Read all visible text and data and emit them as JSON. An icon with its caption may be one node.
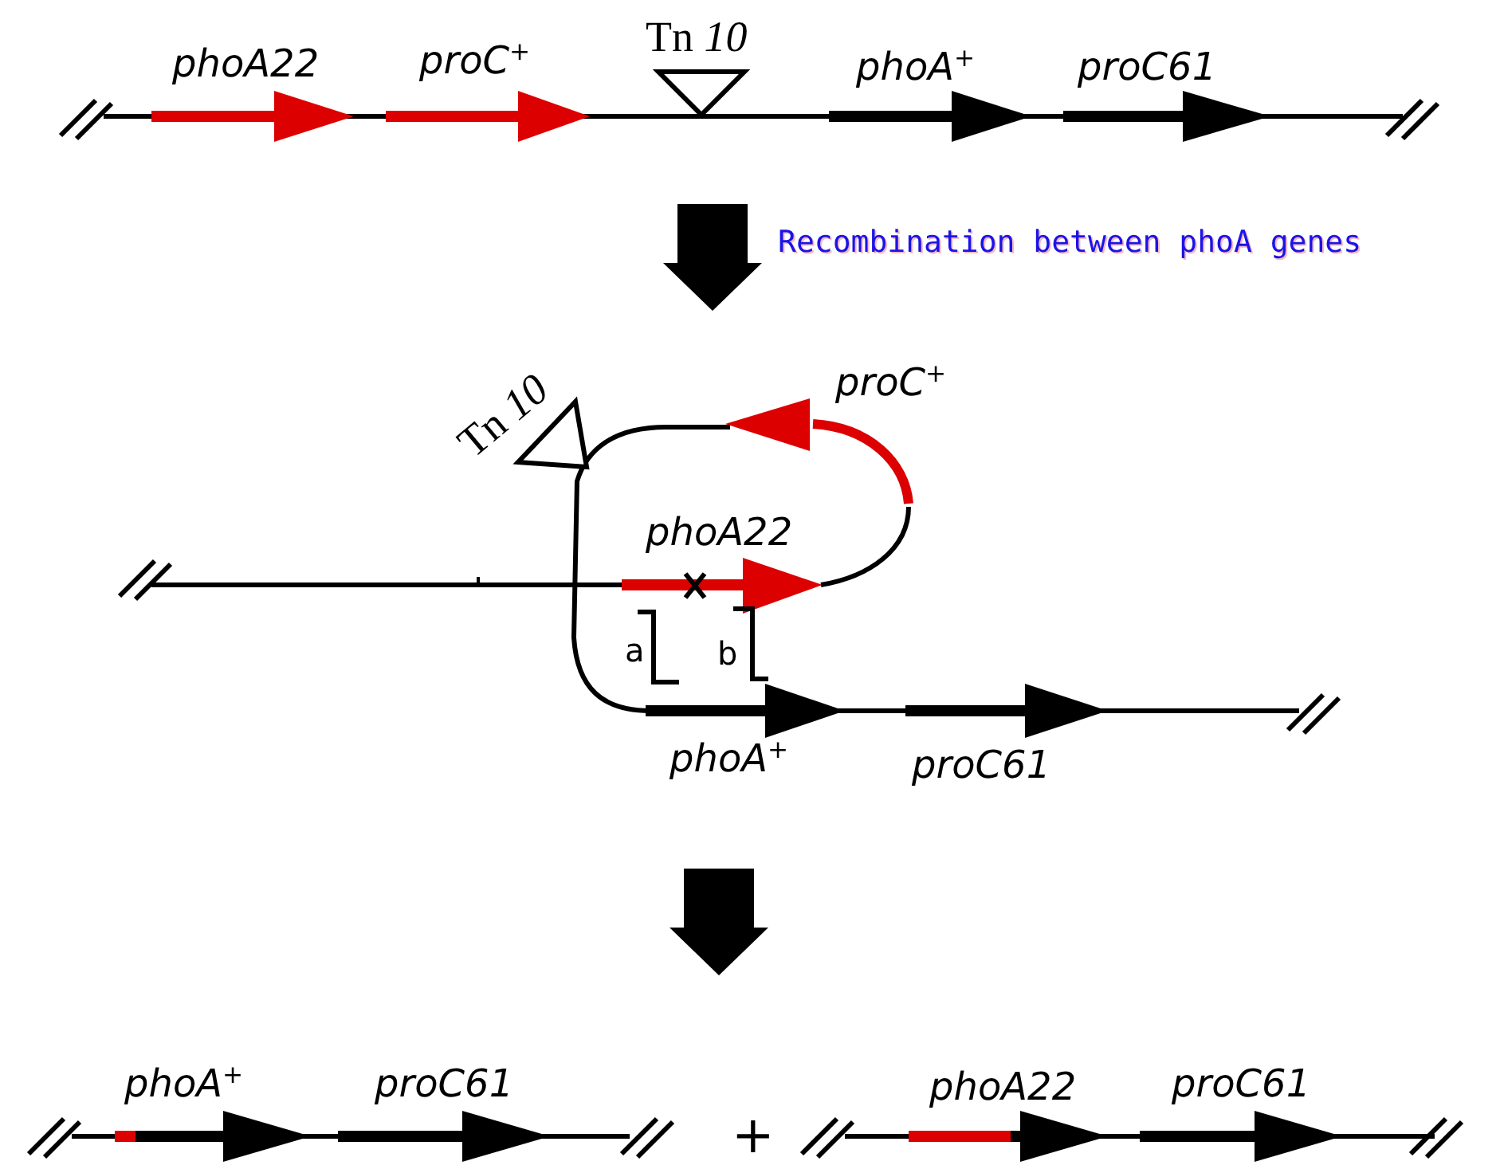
{
  "diagram": {
    "labels": [
      "Tn *10*",
      "phoA22",
      "proC$^{+}$",
      "phoA$^{+}$",
      "proC61",
      "Recombination between phoA genes",
      "Tn *10*",
      "proC$^{+}$",
      "phoA22",
      "a",
      "b",
      "phoA$^{+}$",
      "proC61",
      "phoA$^{+}$",
      "proC61",
      "+",
      "phoA22",
      "proC61"
    ]
  }
}
